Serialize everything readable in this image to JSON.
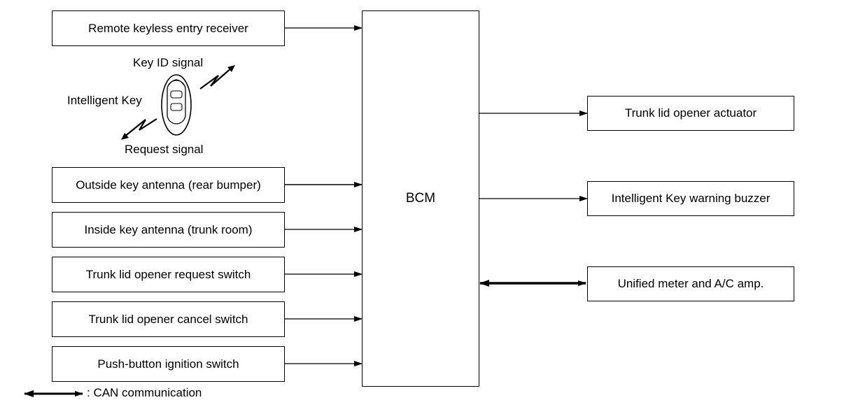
{
  "inputs": [
    "Remote keyless entry receiver",
    "Outside key antenna (rear bumper)",
    "Inside key antenna (trunk room)",
    "Trunk lid opener request switch",
    "Trunk lid opener cancel switch",
    "Push-button ignition switch"
  ],
  "bcm": "BCM",
  "outputs": [
    "Trunk lid opener actuator",
    "Intelligent Key warning buzzer",
    "Unified meter and A/C amp."
  ],
  "key": {
    "name": "Intelligent Key",
    "id_signal": "Key ID signal",
    "request_signal": "Request signal"
  },
  "legend": ": CAN communication"
}
